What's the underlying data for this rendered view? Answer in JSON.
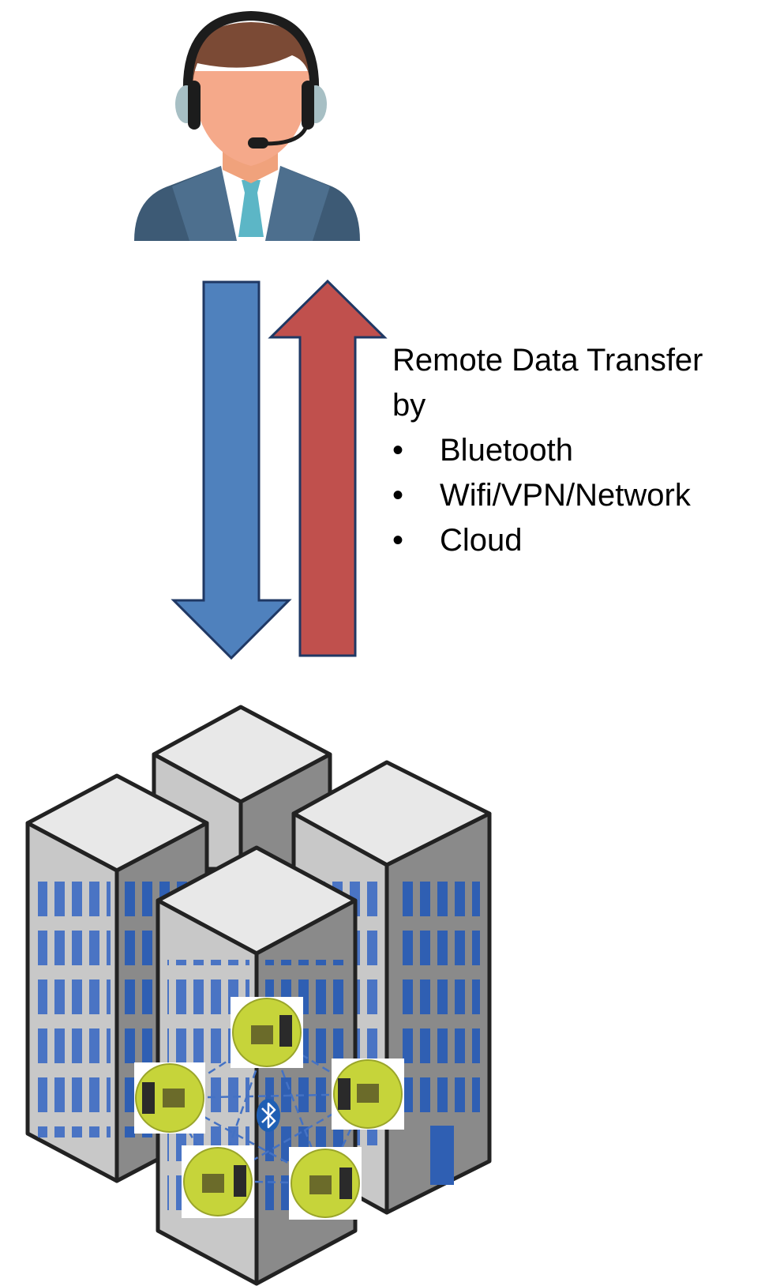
{
  "caption": {
    "title": "Remote Data Transfer by",
    "items": [
      "Bluetooth",
      "Wifi/VPN/Network",
      "Cloud"
    ]
  },
  "illustrations": {
    "agent": "support-agent-icon",
    "arrow_down": "download-arrow-icon",
    "arrow_up": "upload-arrow-icon",
    "buildings": "office-buildings-icon",
    "devices": "smart-module-icon",
    "mesh_hub": "bluetooth-icon"
  },
  "colors": {
    "arrow_down": "#4f81bd",
    "arrow_up": "#c0504d",
    "arrow_stroke": "#1f3864",
    "building_roof": "#e8e8e8",
    "building_side": "#808080",
    "building_front": "#c8c8c8",
    "window": "#3a62b0",
    "device": "#c6d43a",
    "mesh_line": "#4472c4"
  }
}
